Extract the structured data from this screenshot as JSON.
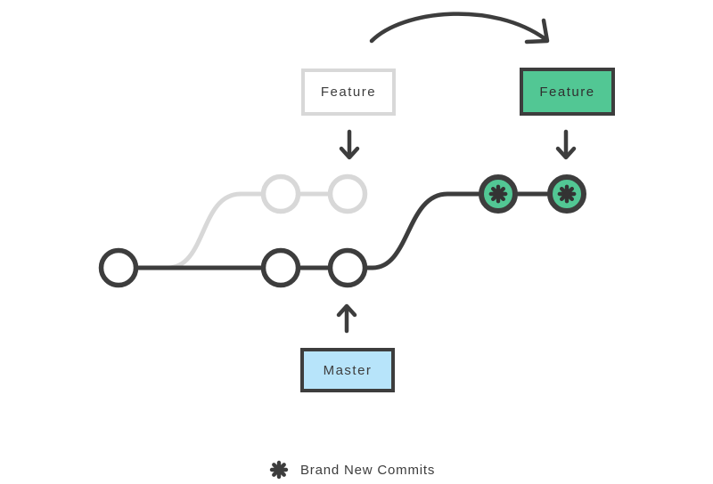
{
  "labels": {
    "feature_old": "Feature",
    "feature_new": "Feature",
    "master": "Master"
  },
  "legend": {
    "icon": "burst-asterisk",
    "label": "Brand New Commits"
  },
  "colors": {
    "line_dark": "#3d3d3d",
    "line_faded": "#d8d8d8",
    "commit_green": "#52c794",
    "master_blue": "#b7e4fa",
    "background": "#ffffff",
    "circle_fill": "#ffffff"
  }
}
